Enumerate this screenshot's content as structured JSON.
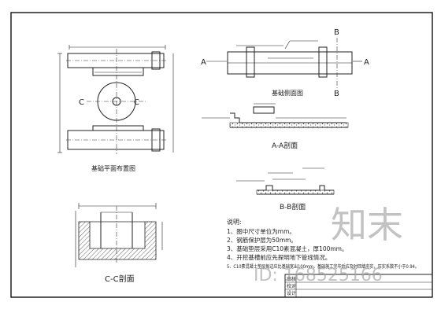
{
  "views": {
    "plan": {
      "caption": "基础平面布置图",
      "section_marker": "C"
    },
    "side": {
      "caption": "基础侧面图",
      "section_marker": "A",
      "section_marker_b": "B"
    },
    "section_aa": {
      "caption": "A-A剖面"
    },
    "section_bb": {
      "caption": "B-B剖面"
    },
    "section_cc": {
      "caption": "C-C剖面"
    }
  },
  "notes": {
    "title": "说明:",
    "items": [
      "1、图中尺寸单位为mm。",
      "2、钢筋保护层为50mm。",
      "3、基础垫层采用C10素混凝土，厚100mm。",
      "4、开挖基槽前应先探明地下管线情况。",
      "5、C10素混凝土垫层每边应比基础宽出100mm，基础施工完毕后应及时回填夯实，压实系数不小于0.94。"
    ]
  },
  "title_block": {
    "rows": [
      "审核",
      "校对",
      "设计"
    ]
  },
  "watermark": {
    "brand": "知末",
    "id_text": "ID: 168525166"
  }
}
